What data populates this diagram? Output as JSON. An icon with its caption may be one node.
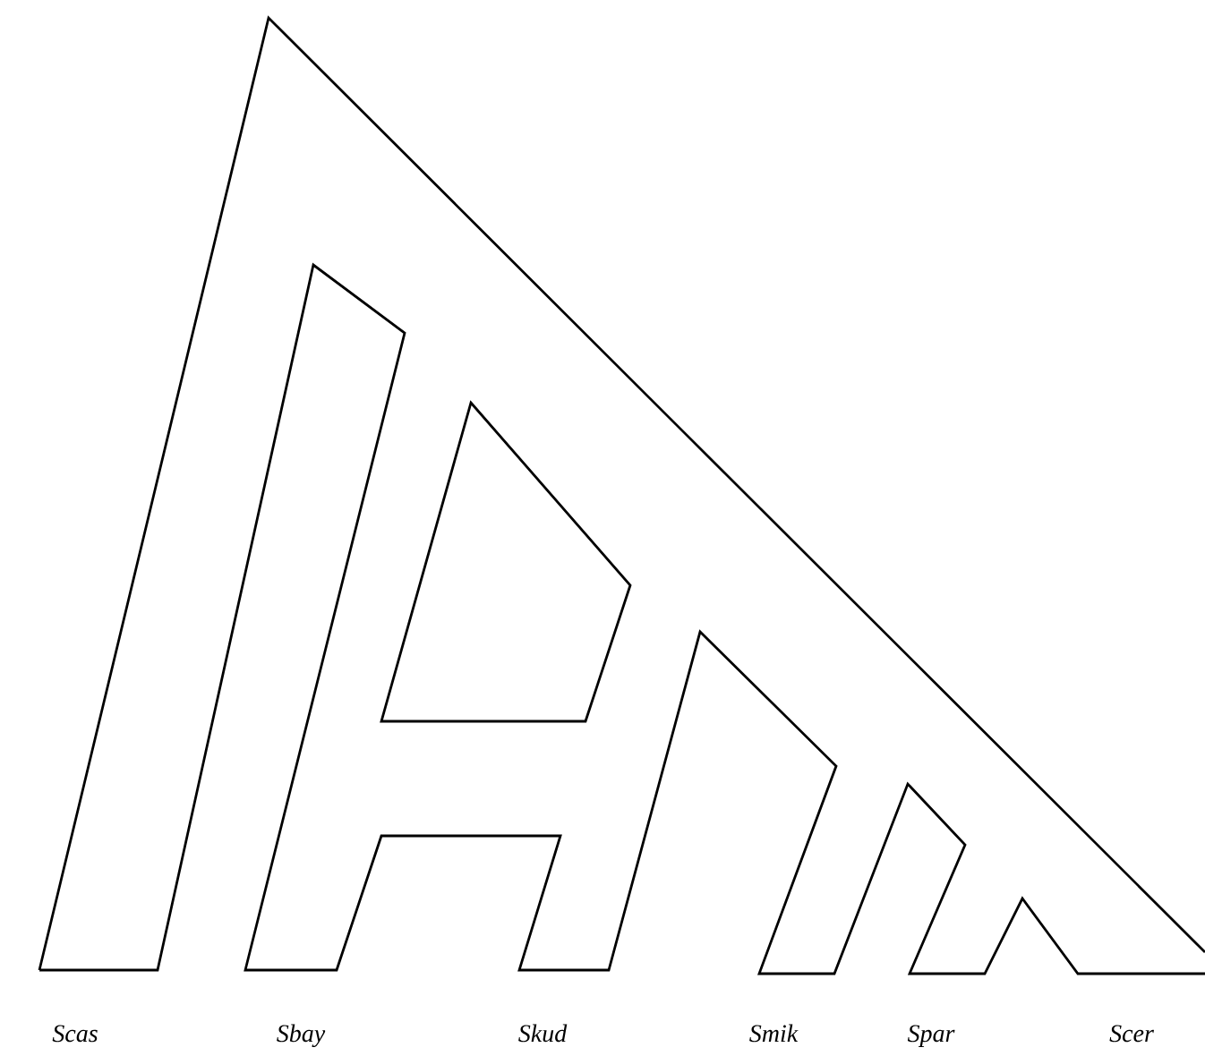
{
  "diagram": {
    "labels": [
      "Scas",
      "Sbay",
      "Skud",
      "Smik",
      "Spar",
      "Scer"
    ]
  }
}
